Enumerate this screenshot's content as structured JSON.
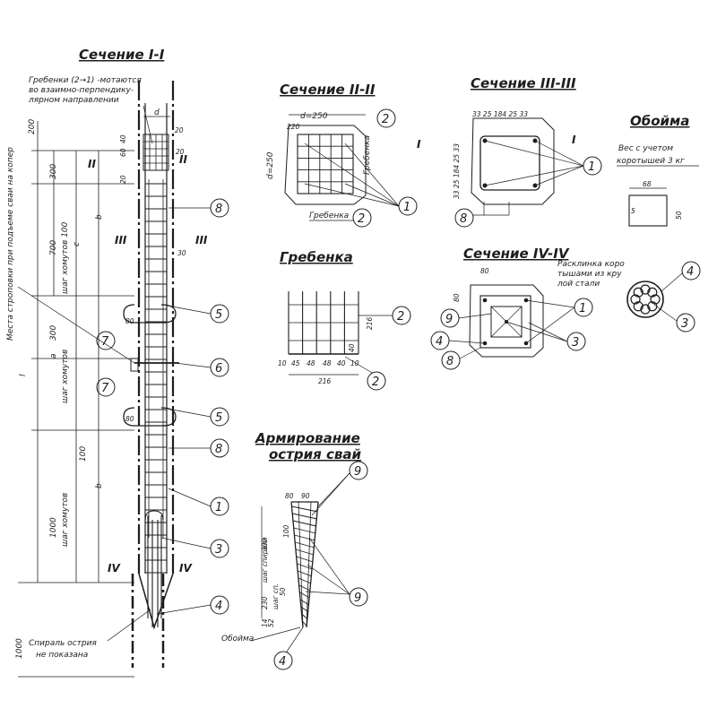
{
  "titles": {
    "sec1": "Сечение I-I",
    "sec2": "Сечение II-II",
    "sec3": "Сечение III-III",
    "sec4": "Сечение IV-IV",
    "grebenka": "Гребенка",
    "obojma": "Обойма",
    "arm1": "Армирование",
    "arm2": "острия свай"
  },
  "notes": {
    "grebenki1": "Гребенки (2→1) -мотаются",
    "grebenki2": "во взаимно-перпендику-",
    "grebenki3": "лярном направлении",
    "strop": "Места строповки при подъеме сваи на копер",
    "spiral1": "Спираль острия",
    "spiral2": "не показана",
    "obojma_ves1": "Вес с учетом",
    "obojma_ves2": "коротышей 3 кг",
    "rasklinka1": "Расклинка коро",
    "rasklinka2": "тышами из кру",
    "rasklinka3": "лой стали",
    "grebenka_tag": "Гребенка",
    "grebenka_side": "Гребенка",
    "obojma_tag": "Обойма"
  },
  "dims": {
    "d": "d",
    "d250": "d=250",
    "d250v": "d=250",
    "220": "220",
    "h200": "200",
    "h300": "300",
    "h700": "700",
    "h300b": "300",
    "h100": "100",
    "h1000": "1000",
    "h1000b": "1000",
    "c": "c",
    "a": "a",
    "b": "b",
    "l": "l",
    "shag1": "шаг хомутов 100",
    "shag2": "шаг хомутов",
    "shag3": "шаг хомутов",
    "s80": "80",
    "s80b": "80",
    "s30": "30",
    "s20a": "20",
    "s20b": "20",
    "s60": "60",
    "s20c": "20",
    "s40": "40",
    "g216v": "216",
    "g216h": "216",
    "g40": "40",
    "g10": "10",
    "g10b": "10",
    "g45": "45",
    "g48": "48",
    "g482": "48",
    "g40b": "40",
    "s3_top": "33 25   184   25 33",
    "s3_left": "33 25   184   25 33",
    "o68": "68",
    "o50": "50",
    "o5": "5",
    "s4_80": "80",
    "s4_80v": "80",
    "a_80": "80",
    "a_90": "90",
    "a_300": "300",
    "a_shag": "шаг спирали",
    "a_100": "100",
    "a_230": "230",
    "a_shag2": "шаг сп.",
    "a_50": "50",
    "a_14": "14",
    "a_52": "52"
  },
  "callouts": [
    "1",
    "2",
    "3",
    "4",
    "5",
    "6",
    "7",
    "8",
    "9"
  ],
  "romans": {
    "I": "I",
    "II": "II",
    "III": "III",
    "IV": "IV"
  }
}
